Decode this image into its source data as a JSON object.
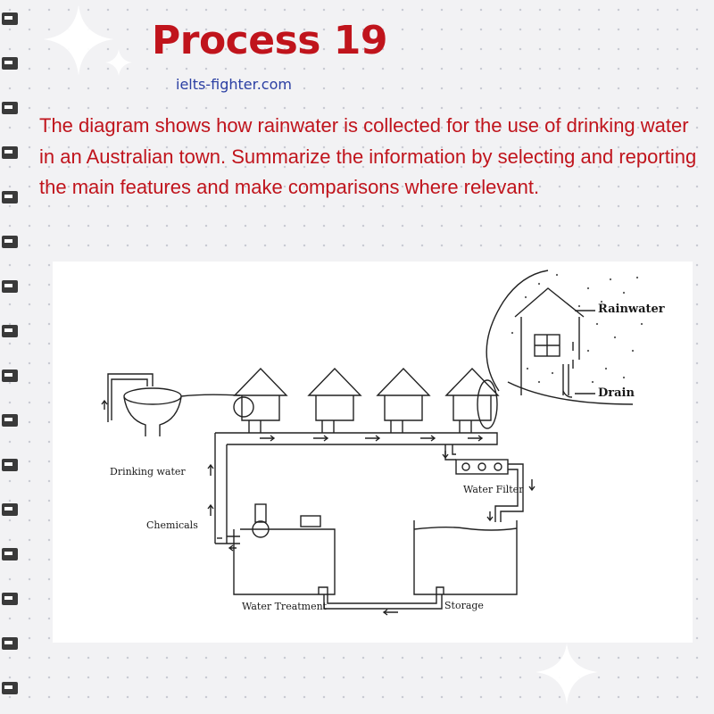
{
  "header": {
    "title": "Process 19",
    "website": "ielts-fighter.com"
  },
  "task": {
    "description": "The diagram shows how rainwater is collected for the use of drinking water in an Australian town. Summarize the information by selecting and reporting the main features and make comparisons where relevant."
  },
  "diagram": {
    "labels": {
      "rainwater": "Rainwater",
      "drain": "Drain",
      "drinking_water": "Drinking water",
      "water_filter": "Water Filter",
      "chemicals": "Chemicals",
      "water_treatment": "Water Treatment",
      "storage": "Storage"
    }
  },
  "colors": {
    "accent": "#c0141c",
    "link": "#2b3fa3"
  }
}
